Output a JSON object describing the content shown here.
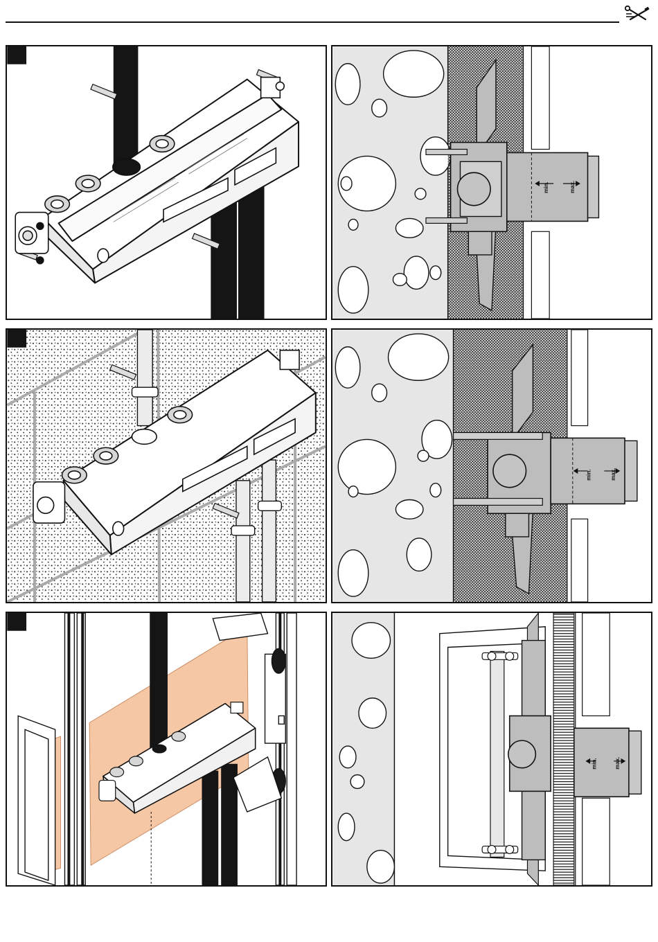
{
  "header": {
    "tool_icon": "wrench-screwdriver-icon"
  },
  "panels": [
    {
      "id": "1",
      "kind": "isometric",
      "scene": "rough-in body on bare wall with black supply pipes"
    },
    {
      "id": "2",
      "kind": "cross-section",
      "min_label": "min.",
      "max_label": "max."
    },
    {
      "id": "3",
      "kind": "isometric",
      "scene": "rough-in body on tiled/stippled wall with clamped pipes"
    },
    {
      "id": "4",
      "kind": "cross-section",
      "min_label": "min.",
      "max_label": "max."
    },
    {
      "id": "5",
      "kind": "isometric",
      "scene": "rough-in body in drywall frame with orange board"
    },
    {
      "id": "6",
      "kind": "cross-section",
      "min_label": "min.",
      "max_label": "max."
    }
  ],
  "colors": {
    "line": "#111111",
    "concrete": "#e6e6e6",
    "body_gray": "#bdbdbd",
    "orange_board": "#f6c7a4"
  }
}
